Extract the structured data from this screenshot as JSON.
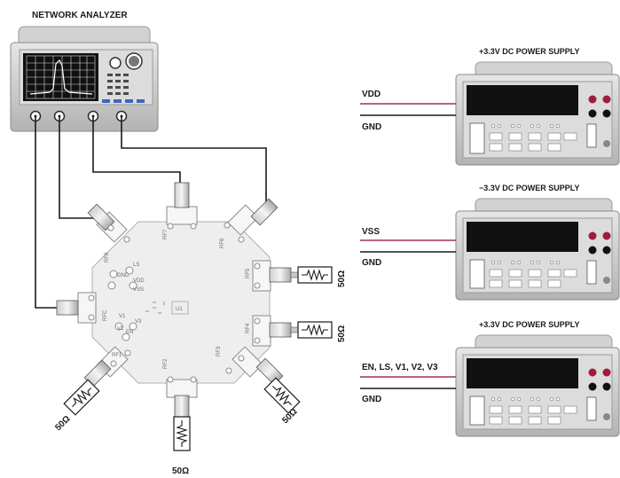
{
  "analyzer": {
    "title": "NETWORK ANALYZER"
  },
  "supplies": [
    {
      "title": "+3.3V DC POWER SUPPLY",
      "signal": "VDD",
      "ground": "GND"
    },
    {
      "title": "−3.3V DC POWER SUPPLY",
      "signal": "VSS",
      "ground": "GND"
    },
    {
      "title": "+3.3V DC POWER SUPPLY",
      "signal": "EN, LS, V1, V2, V3",
      "ground": "GND"
    }
  ],
  "terminations": {
    "rf5": "50Ω",
    "rf4": "50Ω",
    "rf3": "50Ω",
    "rf2": "50Ω",
    "rf1": "50Ω"
  },
  "board": {
    "ports": [
      "RFC",
      "RF1",
      "RF2",
      "RF3",
      "RF4",
      "RF5",
      "RF6",
      "RF7",
      "RF8"
    ],
    "silk": [
      "GND",
      "V1",
      "V2",
      "V3",
      "EN",
      "LS",
      "VDD",
      "VSS",
      "U1"
    ]
  },
  "colors": {
    "signal_wire": "#a0304e",
    "ground_wire": "#1a1a1a",
    "instrument_body": "#c9c9c9",
    "display": "#111111",
    "knob_red": "#a01c3c",
    "board": "#eeeeee"
  }
}
